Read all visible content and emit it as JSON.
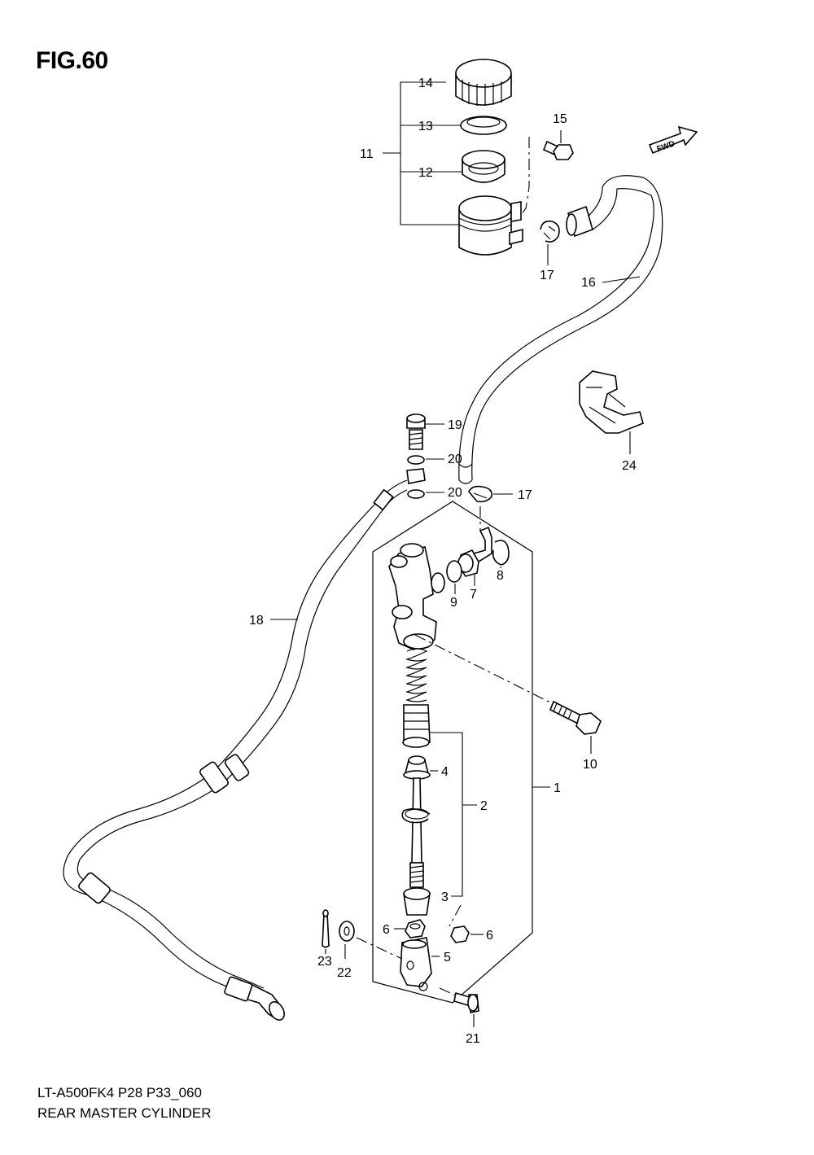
{
  "figure": {
    "number": "FIG.60",
    "model_code": "LT-A500FK4  P28  P33_060",
    "title": "REAR MASTER CYLINDER",
    "fwd_label": "FWD"
  },
  "callouts": {
    "p1": "1",
    "p2": "2",
    "p3": "3",
    "p4": "4",
    "p5": "5",
    "p6a": "6",
    "p6b": "6",
    "p7": "7",
    "p8": "8",
    "p9": "9",
    "p10": "10",
    "p11": "11",
    "p12": "12",
    "p13": "13",
    "p14": "14",
    "p15": "15",
    "p16": "16",
    "p17a": "17",
    "p17b": "17",
    "p18": "18",
    "p19": "19",
    "p20a": "20",
    "p20b": "20",
    "p21": "21",
    "p22": "22",
    "p23": "23",
    "p24": "24"
  },
  "colors": {
    "line": "#000000",
    "background": "#ffffff"
  }
}
